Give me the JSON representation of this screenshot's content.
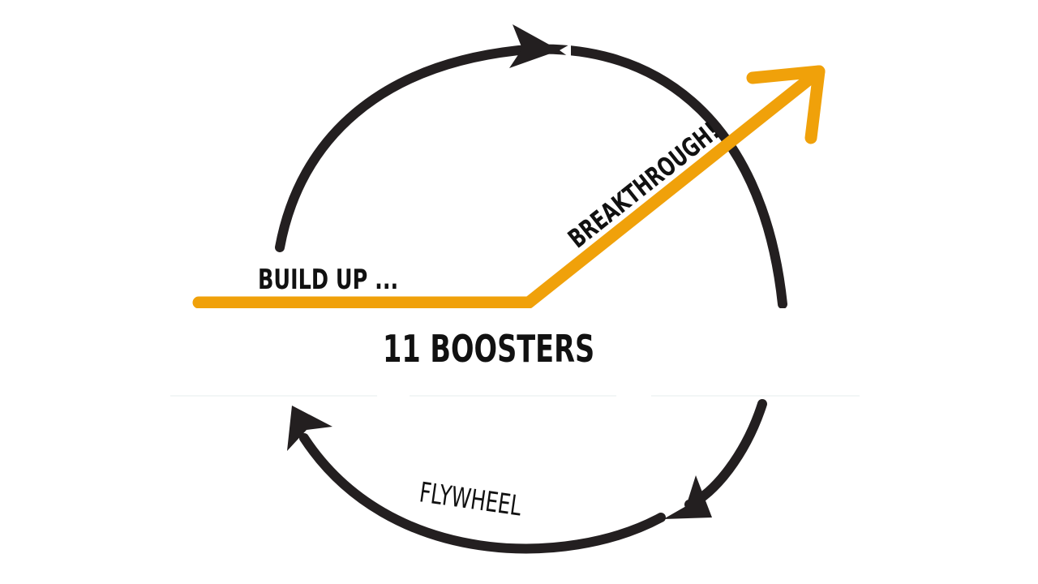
{
  "diagram": {
    "build_up_label": "BUILD UP ...",
    "breakthrough_label": "BREAKTHROUGH!",
    "boosters_label": "11 BOOSTERS",
    "flywheel_label": "FLYWHEEL"
  },
  "colors": {
    "cycle_stroke": "#231f20",
    "arrow_stroke": "#f0a10a",
    "background": "#ffffff"
  }
}
